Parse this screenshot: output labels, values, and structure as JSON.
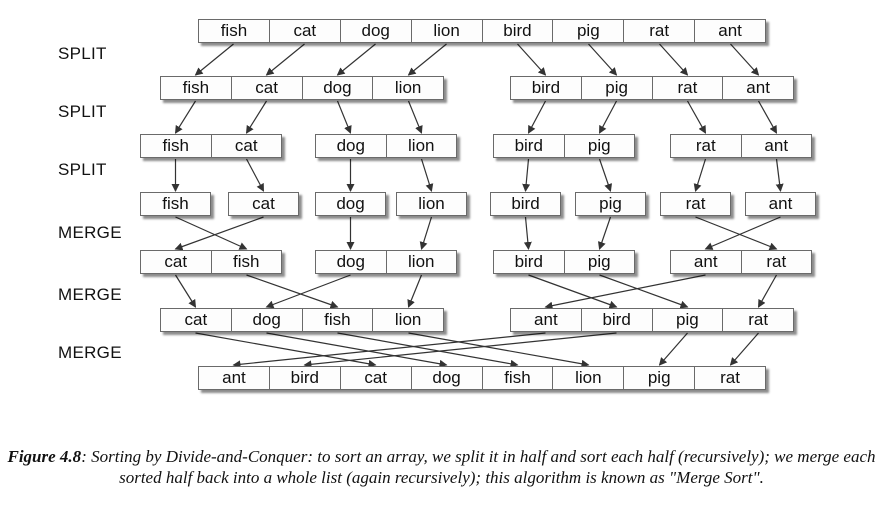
{
  "stage_labels": [
    "SPLIT",
    "SPLIT",
    "SPLIT",
    "MERGE",
    "MERGE",
    "MERGE"
  ],
  "rows": [
    [
      [
        "fish",
        "cat",
        "dog",
        "lion",
        "bird",
        "pig",
        "rat",
        "ant"
      ]
    ],
    [
      [
        "fish",
        "cat",
        "dog",
        "lion"
      ],
      [
        "bird",
        "pig",
        "rat",
        "ant"
      ]
    ],
    [
      [
        "fish",
        "cat"
      ],
      [
        "dog",
        "lion"
      ],
      [
        "bird",
        "pig"
      ],
      [
        "rat",
        "ant"
      ]
    ],
    [
      [
        "fish"
      ],
      [
        "cat"
      ],
      [
        "dog"
      ],
      [
        "lion"
      ],
      [
        "bird"
      ],
      [
        "pig"
      ],
      [
        "rat"
      ],
      [
        "ant"
      ]
    ],
    [
      [
        "cat",
        "fish"
      ],
      [
        "dog",
        "lion"
      ],
      [
        "bird",
        "pig"
      ],
      [
        "ant",
        "rat"
      ]
    ],
    [
      [
        "cat",
        "dog",
        "fish",
        "lion"
      ],
      [
        "ant",
        "bird",
        "pig",
        "rat"
      ]
    ],
    [
      [
        "ant",
        "bird",
        "cat",
        "dog",
        "fish",
        "lion",
        "pig",
        "rat"
      ]
    ]
  ],
  "caption": {
    "label": "Figure 4.8",
    "text": ": Sorting by Divide-and-Conquer: to sort an array, we split it in half and sort each half (recursively); we merge each sorted half back into a whole list (again recursively); this algorithm is known as \"Merge Sort\"."
  }
}
